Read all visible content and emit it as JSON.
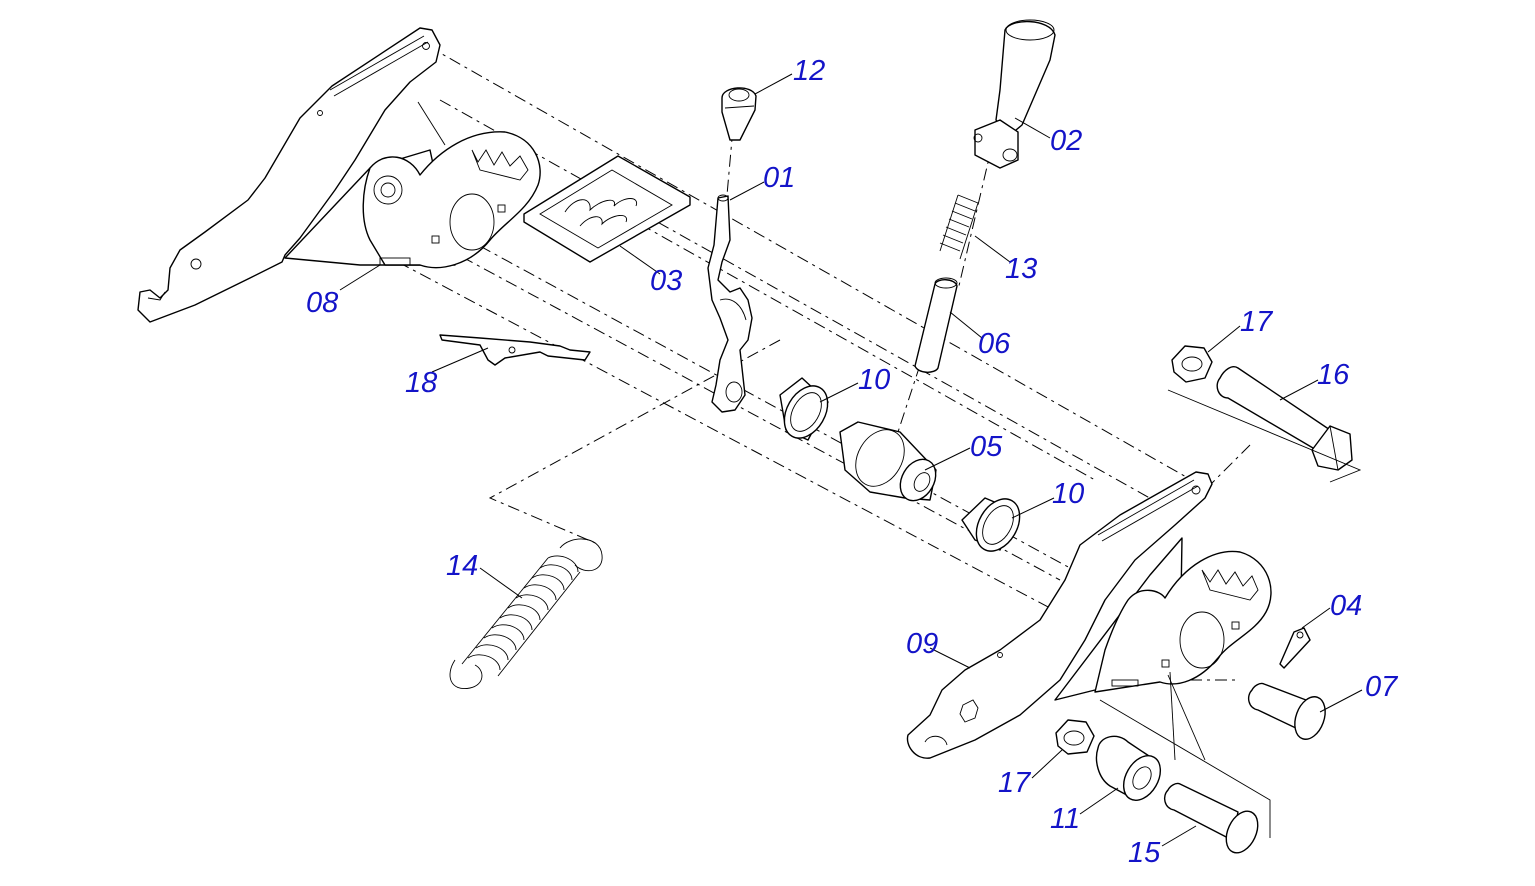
{
  "diagram": {
    "labels": {
      "p01": "01",
      "p02": "02",
      "p03": "03",
      "p04": "04",
      "p05": "05",
      "p06": "06",
      "p07": "07",
      "p08": "08",
      "p09": "09",
      "p10a": "10",
      "p10b": "10",
      "p11": "11",
      "p12": "12",
      "p13": "13",
      "p14": "14",
      "p15": "15",
      "p16": "16",
      "p17a": "17",
      "p17b": "17",
      "p18": "18"
    },
    "label_color": "#1414c8",
    "line_color": "#000000"
  }
}
